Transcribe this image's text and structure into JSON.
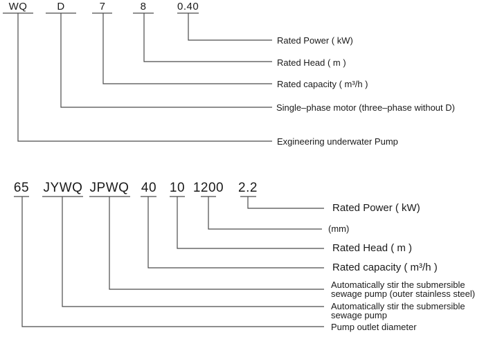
{
  "diagram1": {
    "title": "Model designation - engineering underwater pump",
    "codes": [
      "WQ",
      "D",
      "7",
      "8",
      "0.40"
    ],
    "labels": [
      "Rated Power ( kW)",
      "Rated Head ( m )",
      "Rated capacity ( m³/h )",
      "Single–phase motor (three–phase without D)",
      "Exgineering underwater Pump"
    ]
  },
  "diagram2": {
    "title": "Model designation - automatic stirring submersible sewage pump",
    "codes": [
      "65",
      "JYWQ",
      "JPWQ",
      "40",
      "10",
      "1200",
      "2.2"
    ],
    "labels": [
      "Rated Power ( kW)",
      "(mm)",
      "Rated Head ( m )",
      "Rated capacity ( m³/h )",
      "Automatically stir the submersible\nsewage pump (outer stainless steel)",
      "Automatically stir the submersible\nsewage pump",
      "Pump outlet diameter"
    ],
    "label_lines": [
      [
        "Automatically stir the submersible",
        "sewage pump (outer stainless steel)"
      ],
      [
        "Automatically stir the submersible",
        "sewage pump"
      ]
    ]
  }
}
